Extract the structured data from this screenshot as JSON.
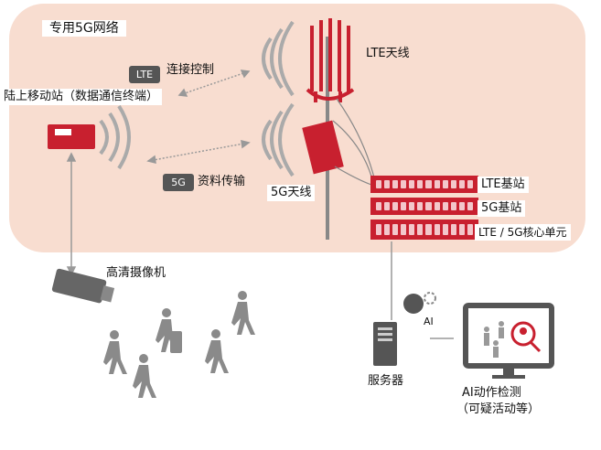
{
  "zone": {
    "title": "专用5G网络"
  },
  "labels": {
    "lte_antenna": "LTE天线",
    "antenna_5g": "5G天线",
    "mobile_station": "陆上移动站（数据通信终端）",
    "connect_ctrl": "连接控制",
    "data_transfer": "资料传输",
    "lte_base": "LTE基站",
    "base_5g": "5G基站",
    "core": "LTE / 5G核心单元",
    "camera": "高清摄像机",
    "server": "服务器",
    "ai": "AI",
    "ai_detect_line1": "AI动作检测",
    "ai_detect_line2": "（可疑活动等）"
  },
  "tags": {
    "lte": "LTE",
    "g5": "5G"
  },
  "colors": {
    "zone": "#f8ddd0",
    "red": "#c8202f",
    "gray": "#888888",
    "dark": "#555555"
  },
  "icons": [
    "cell-tower-icon",
    "radio-unit-icon",
    "signal-waves-icon",
    "terminal-icon",
    "camera-icon",
    "pedestrian-icon",
    "server-icon",
    "ai-head-icon",
    "monitor-icon"
  ]
}
